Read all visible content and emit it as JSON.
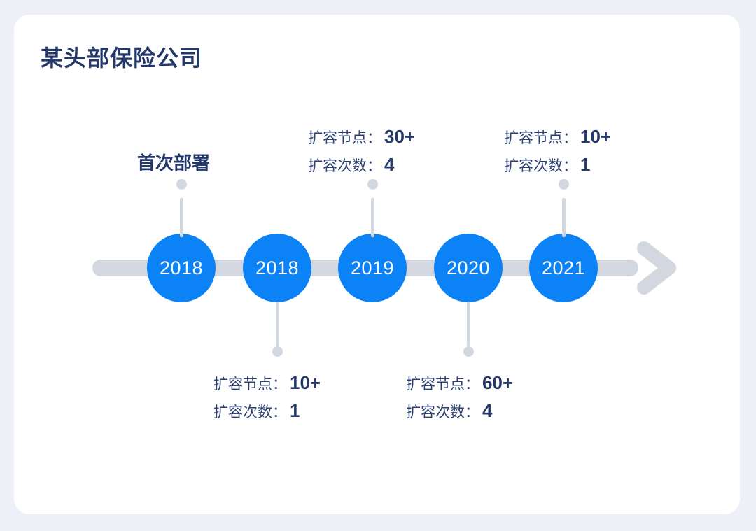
{
  "page": {
    "title": "某头部保险公司",
    "background_color": "#edf1f7",
    "card_color": "#ffffff",
    "accent_color": "#0c82f7",
    "text_color": "#24386a",
    "axis_color": "#d3d7e0"
  },
  "timeline": {
    "nodes": [
      {
        "year": "2018",
        "label_position": "top",
        "headline": "首次部署"
      },
      {
        "year": "2018",
        "label_position": "bottom",
        "metrics": [
          {
            "key": "扩容节点：",
            "value": "10+"
          },
          {
            "key": "扩容次数：",
            "value": "1"
          }
        ]
      },
      {
        "year": "2019",
        "label_position": "top",
        "metrics": [
          {
            "key": "扩容节点：",
            "value": "30+"
          },
          {
            "key": "扩容次数：",
            "value": "4"
          }
        ]
      },
      {
        "year": "2020",
        "label_position": "bottom",
        "metrics": [
          {
            "key": "扩容节点：",
            "value": "60+"
          },
          {
            "key": "扩容次数：",
            "value": "4"
          }
        ]
      },
      {
        "year": "2021",
        "label_position": "top",
        "metrics": [
          {
            "key": "扩容节点：",
            "value": "10+"
          },
          {
            "key": "扩容次数：",
            "value": "1"
          }
        ]
      }
    ]
  }
}
